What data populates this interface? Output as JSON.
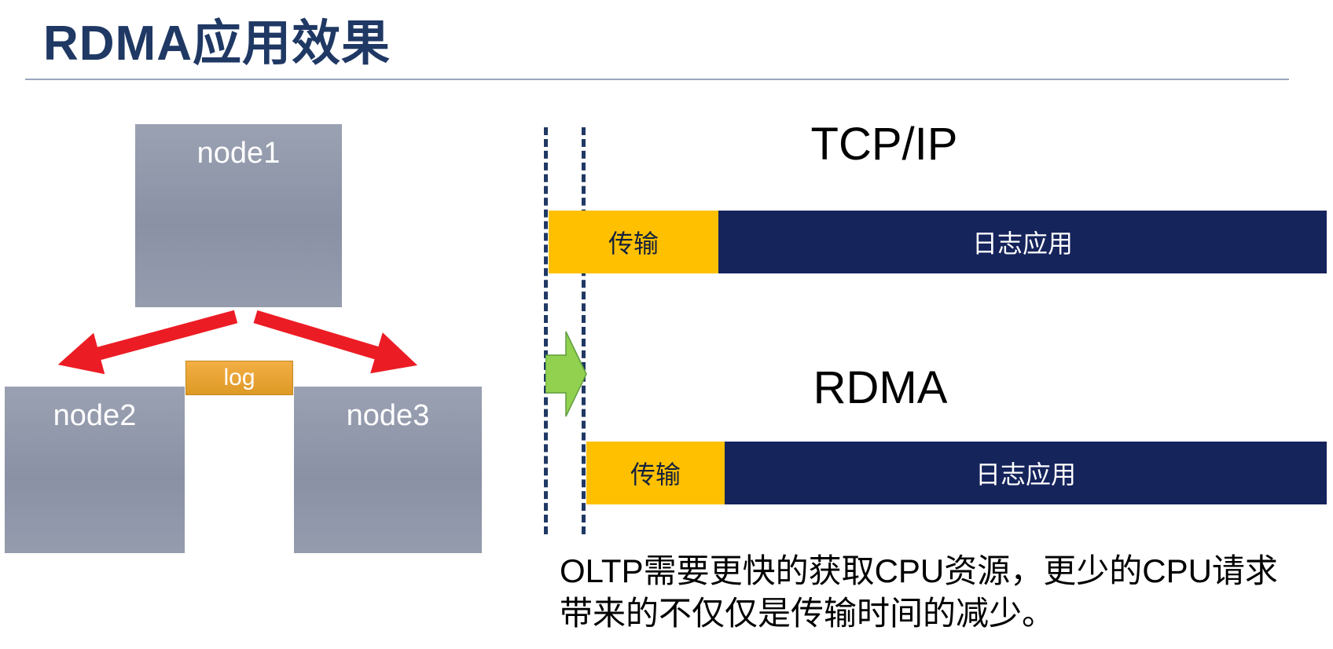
{
  "title": "RDMA应用效果",
  "cluster": {
    "node1": "node1",
    "node2": "node2",
    "node3": "node3",
    "log": "log"
  },
  "comparison": {
    "tcp": {
      "label": "TCP/IP",
      "transfer": "传输",
      "app": "日志应用"
    },
    "rdma": {
      "label": "RDMA",
      "transfer": "传输",
      "app": "日志应用"
    }
  },
  "caption": "OLTP需要更快的获取CPU资源，更少的CPU请求带来的不仅仅是传输时间的减少。",
  "icons": {
    "replication_left": "red-arrow-left-icon",
    "replication_right": "red-arrow-right-icon",
    "transition": "green-right-arrow-icon"
  },
  "colors": {
    "title_navy": "#1F3864",
    "node_gray": "#8E95A9",
    "log_orange": "#E8A33D",
    "arrow_red": "#EC1C24",
    "bar_orange": "#FFC000",
    "bar_navy": "#16245C",
    "dashed_navy": "#1F3864",
    "green_arrow": "#92D050"
  }
}
